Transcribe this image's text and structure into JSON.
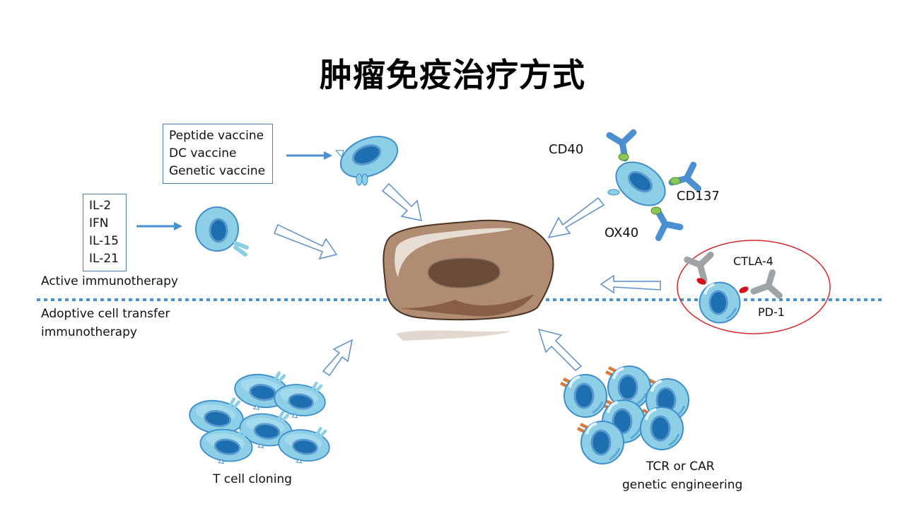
{
  "title": "肿瘤免疫治疗方式",
  "active": {
    "section_label": "Active immunotherapy",
    "vaccine_box": [
      "Peptide vaccine",
      "DC vaccine",
      "Genetic vaccine"
    ],
    "cytokine_box": [
      "IL-2",
      "IFN",
      "IL-15",
      "IL-21"
    ]
  },
  "adoptive": {
    "section_label_line1": "Adoptive cell transfer",
    "section_label_line2": "immunotherapy",
    "t_cell_cloning": "T cell cloning",
    "engineering_line1": "TCR or CAR",
    "engineering_line2": "genetic engineering"
  },
  "agonists": {
    "cd40": "CD40",
    "cd137": "CD137",
    "ox40": "OX40"
  },
  "checkpoints": {
    "ctla4": "CTLA-4",
    "pd1": "PD-1"
  },
  "colors": {
    "cell_fill": "#8ecfe8",
    "cell_stroke": "#3e8ecb",
    "nucleus": "#1d6fb0",
    "tumor": "#b08c72",
    "tumor_nucleus": "#6a4a38",
    "antibody_blue": "#4a8fd0",
    "antibody_gray": "#9ea3a8",
    "receptor_green": "#8cc65a",
    "receptor_red": "#d4111b",
    "tcr_orange": "#d97a3a",
    "checkpoint_ring": "#d42a2a",
    "divider": "#4f8fc6",
    "arrow": "#5b8fcc"
  }
}
